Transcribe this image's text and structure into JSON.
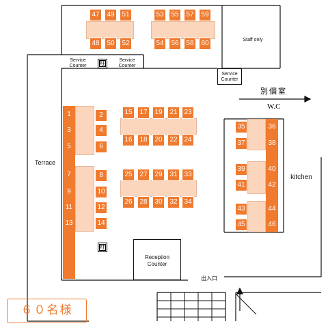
{
  "labels": {
    "terrace": "Terrace",
    "kitchen": "kitchen",
    "staff_only": "Staff only",
    "service_counter": "Service Counter",
    "reception": "Reception Counter",
    "private_room": "別個室",
    "wc": "W.C",
    "entrance": "出入口",
    "pillar": "柱",
    "capacity": "６０名様"
  },
  "seats": {
    "top_left": [
      "47",
      "49",
      "51",
      "48",
      "50",
      "52"
    ],
    "top_right": [
      "53",
      "55",
      "57",
      "59",
      "54",
      "56",
      "58",
      "60"
    ],
    "bench_left": [
      "1",
      "3",
      "5",
      "7",
      "9",
      "11",
      "13"
    ],
    "left_col": [
      "2",
      "4",
      "6",
      "8",
      "10",
      "12",
      "14"
    ],
    "center_top": [
      "15",
      "17",
      "19",
      "21",
      "23",
      "16",
      "18",
      "20",
      "22",
      "24"
    ],
    "center_bottom": [
      "25",
      "27",
      "29",
      "31",
      "33",
      "26",
      "28",
      "30",
      "32",
      "34"
    ],
    "right_inner": [
      "35",
      "37",
      "39",
      "41",
      "43",
      "45"
    ],
    "right_bench": [
      "36",
      "38",
      "40",
      "42",
      "44",
      "46"
    ]
  },
  "colors": {
    "seat": "#f07a2e",
    "table": "#fbd6bd",
    "wall": "#111111"
  }
}
